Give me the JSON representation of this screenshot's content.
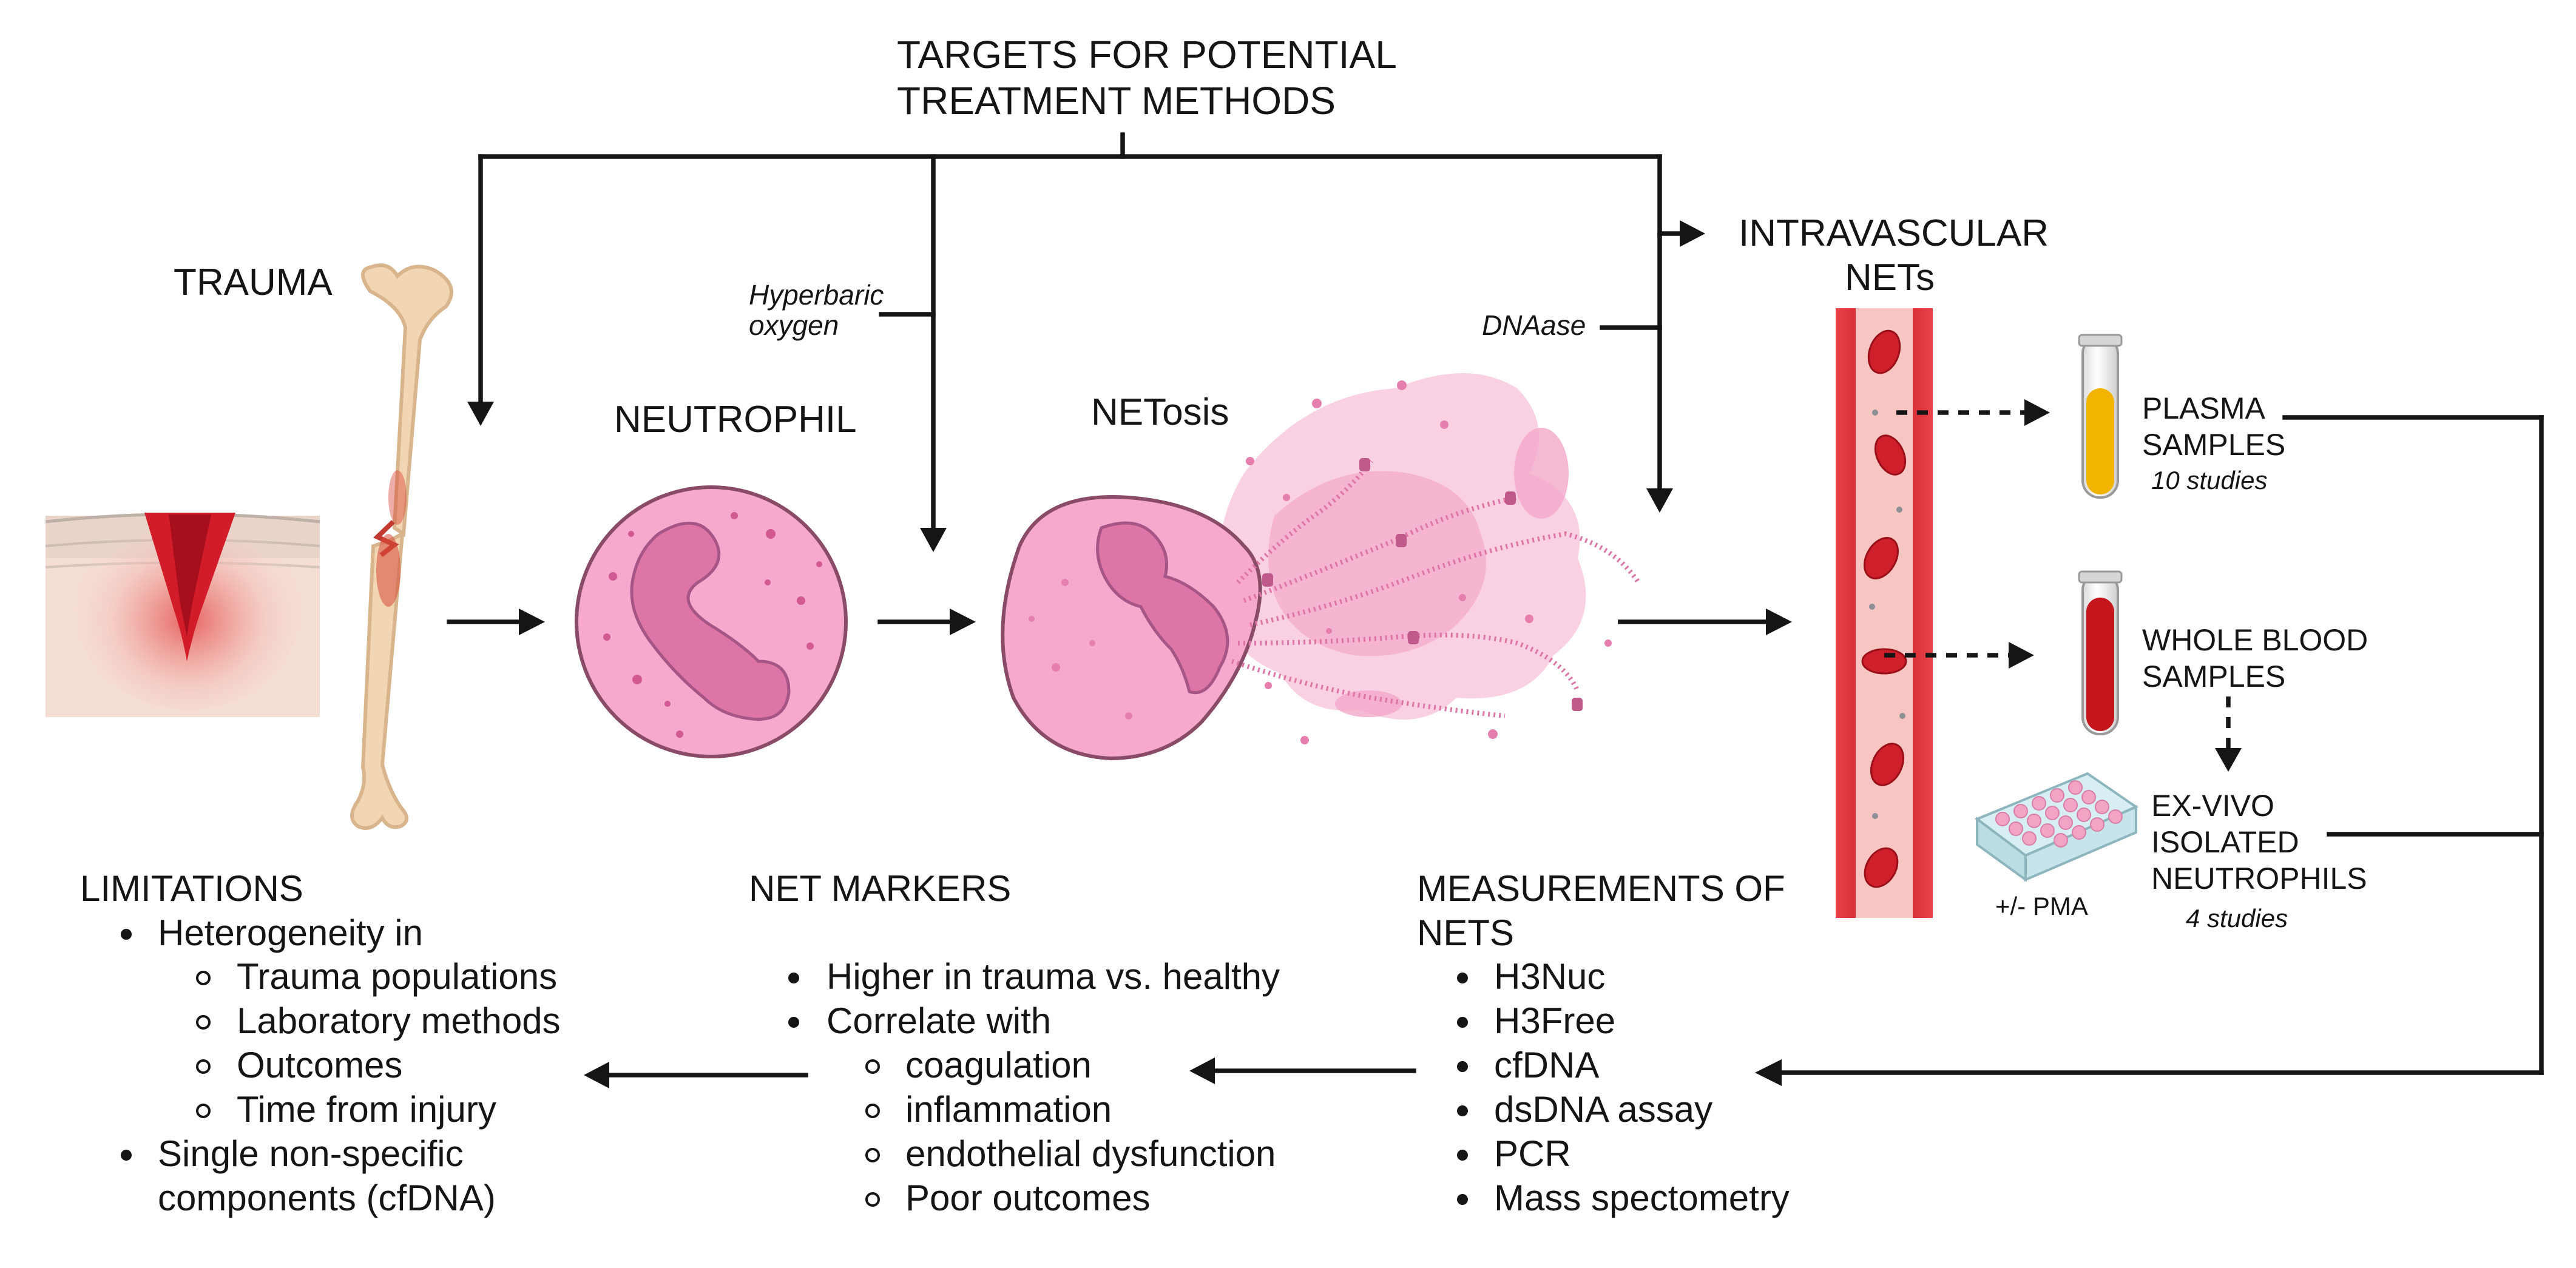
{
  "top": {
    "title_line1": "TARGETS FOR POTENTIAL",
    "title_line2": "TREATMENT METHODS"
  },
  "stages": {
    "trauma": "TRAUMA",
    "neutrophil": "NEUTROPHIL",
    "netosis": "NETosis",
    "intravascular_line1": "INTRAVASCULAR",
    "intravascular_line2": "NETs"
  },
  "treatments": {
    "hyperbaric_line1": "Hyperbaric",
    "hyperbaric_line2": "oxygen",
    "dnaase": "DNAase"
  },
  "samples": {
    "plasma_line1": "PLASMA",
    "plasma_line2": "SAMPLES",
    "plasma_count": "10 studies",
    "whole_blood_line1": "WHOLE BLOOD",
    "whole_blood_line2": "SAMPLES",
    "exvivo_line1": "EX-VIVO",
    "exvivo_line2": "ISOLATED",
    "exvivo_line3": "NEUTROPHILS",
    "exvivo_count": "4 studies",
    "pma": "+/- PMA"
  },
  "limitations": {
    "title": "LIMITATIONS",
    "item1": "Heterogeneity in",
    "sub1": "Trauma populations",
    "sub2": "Laboratory methods",
    "sub3": "Outcomes",
    "sub4": "Time from injury",
    "item2_line1": "Single non-specific",
    "item2_line2": "components (cfDNA)"
  },
  "markers": {
    "title": "NET MARKERS",
    "item1": "Higher in trauma vs. healthy",
    "item2": "Correlate with",
    "sub1": "coagulation",
    "sub2": "inflammation",
    "sub3": "endothelial dysfunction",
    "sub4": "Poor outcomes"
  },
  "measurements": {
    "title_line1": "MEASUREMENTS OF",
    "title_line2": "NETS",
    "items": [
      "H3Nuc",
      "H3Free",
      "cfDNA",
      "dsDNA assay",
      "PCR",
      "Mass spectometry"
    ]
  },
  "colors": {
    "neutrophil_fill": "#f6a9cc",
    "nucleus_fill": "#dd76a6",
    "vessel_red": "#d8232a",
    "plasma_yellow": "#f2b400",
    "blood_red": "#c4161c",
    "bone": "#f2d6b3"
  }
}
